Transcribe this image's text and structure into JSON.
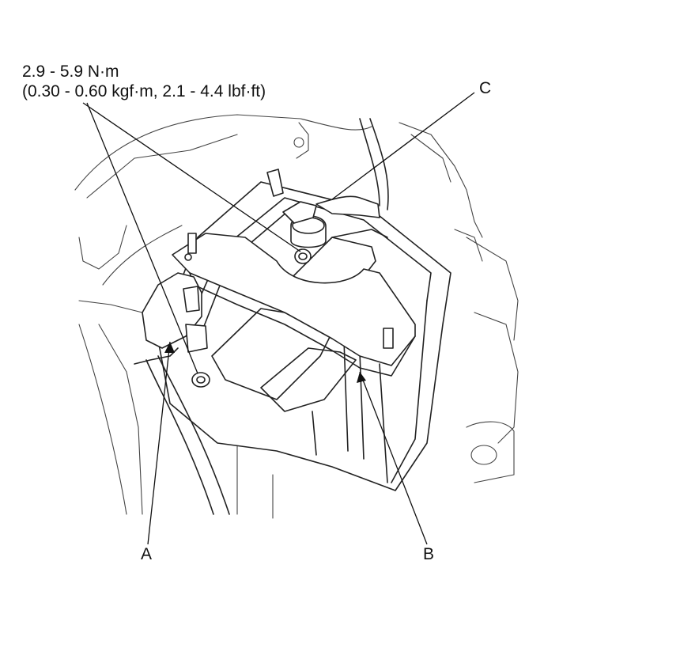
{
  "torque_spec": {
    "line1": "2.9 - 5.9 N·m",
    "line2": "(0.30 - 0.60 kgf·m, 2.1 - 4.4 lbf·ft)"
  },
  "callouts": {
    "a": "A",
    "b": "B",
    "c": "C"
  },
  "colors": {
    "line": "#222222",
    "background": "#ffffff"
  }
}
